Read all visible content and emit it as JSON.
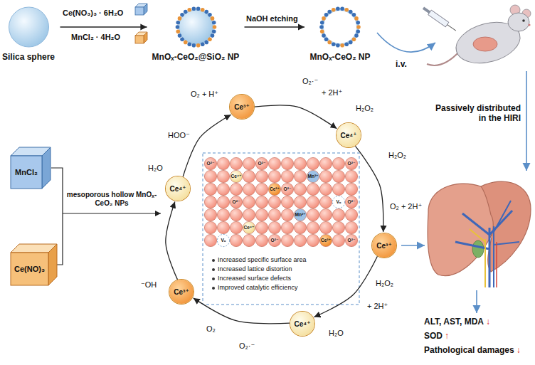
{
  "diagram": {
    "nodes": [
      {
        "text": [
          "Silica sphere"
        ]
      },
      {
        "text": [
          "MnOₓ-CeO₂@SiO₂ NP"
        ]
      },
      {
        "text": [
          "MnOₓ-CeO₂ NP"
        ]
      },
      {
        "text": [
          "MnCl₂"
        ]
      },
      {
        "text": [
          "Ce(NO)₃"
        ]
      },
      {
        "text": [
          "Ce³⁺"
        ]
      },
      {
        "text": [
          "Ce⁴⁺"
        ]
      },
      {
        "text": [
          "Ce³⁺"
        ]
      },
      {
        "text": [
          "Ce⁴⁺"
        ]
      },
      {
        "text": [
          "Ce³⁺"
        ]
      },
      {
        "text": [
          "Ce⁴⁺"
        ]
      }
    ],
    "edges": [
      {
        "from": 0,
        "to": 1,
        "arrow": "to"
      },
      {
        "from": 1,
        "to": 2,
        "arrow": "to"
      },
      {
        "from": 5,
        "to": 6,
        "arrow": "to"
      },
      {
        "from": 6,
        "to": 7,
        "arrow": "to"
      },
      {
        "from": 7,
        "to": 8,
        "arrow": "to"
      },
      {
        "from": 8,
        "to": 9,
        "arrow": "to"
      },
      {
        "from": 9,
        "to": 10,
        "arrow": "to"
      },
      {
        "from": 10,
        "to": 5,
        "arrow": "to"
      }
    ],
    "labels": [
      "Ce(NO₃)₃ · 6H₂O",
      "MnCl₂ · 4H₂O",
      "NaOH etching",
      "i.v.",
      "Passively distributed in the HIRI",
      "mesoporous hollow MnOₓ-CeO₂ NPs",
      "O₂ + H⁺",
      "HOO⁻",
      "O₂·⁻",
      "+ 2H⁺",
      "H₂O₂",
      "H₂O₂",
      "O₂ + 2H⁺",
      "H₂O₂",
      "+ 2H⁺",
      "H₂O",
      "O₂·⁻",
      "O₂",
      "⁻OH",
      "H₂O",
      "Increased specific surface area",
      "Increased lattice distortion",
      "Increased surface defects",
      "Improved catalytic efficiency",
      "ALT, AST, MDA",
      "↓",
      "SOD",
      "↑",
      "Pathological damages",
      "↓",
      "Ce⁴⁺",
      "Ce³⁺",
      "Mn³⁺",
      "Vₒ",
      "Ce⁴⁺",
      "Mn³⁺",
      "Vₒ",
      "Ce³⁺",
      "O²⁻",
      "O²⁻",
      "O²⁻",
      "O²⁻",
      "O²⁻",
      "O²⁻",
      "O²⁻",
      "O²⁻"
    ]
  }
}
